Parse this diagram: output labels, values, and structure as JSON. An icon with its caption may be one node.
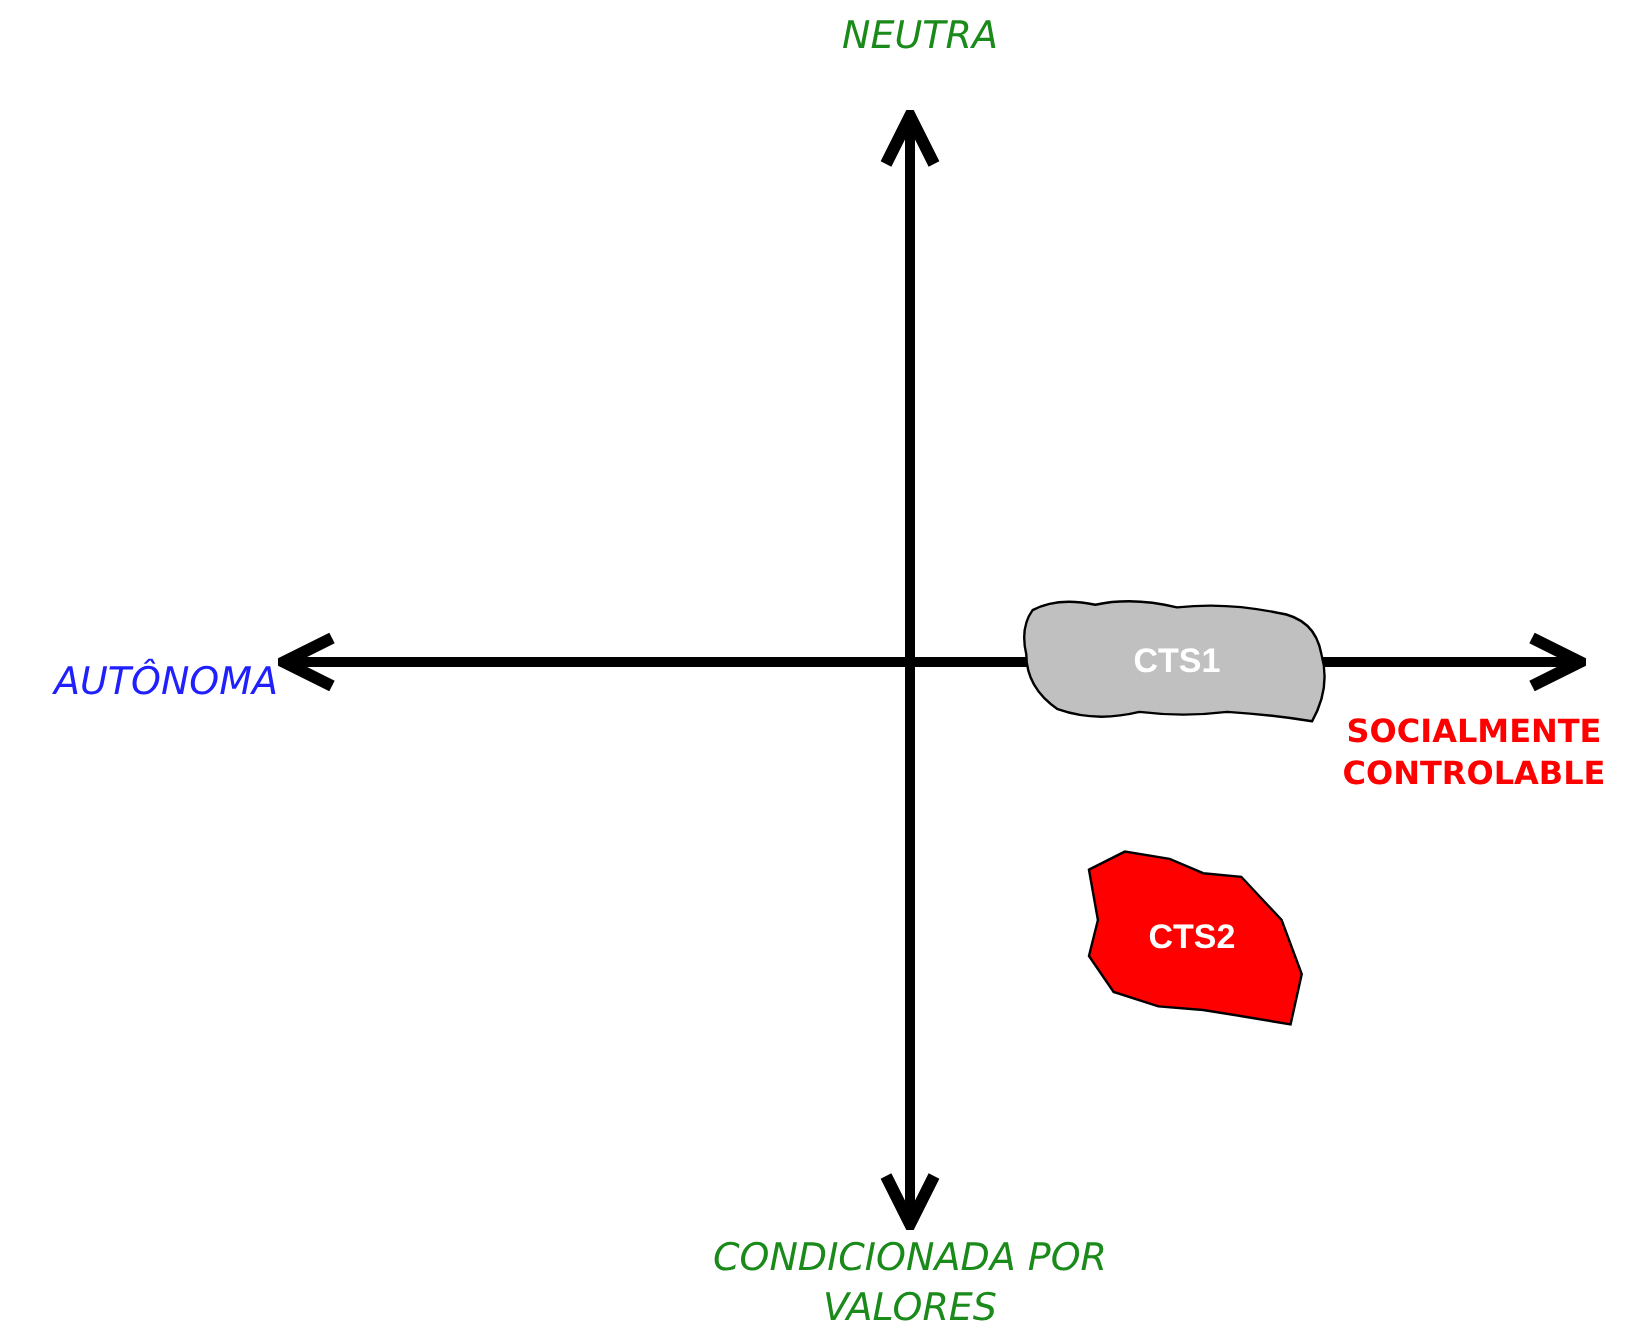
{
  "diagram": {
    "nodes": [
      {
        "text": [
          "CTS1"
        ]
      },
      {
        "text": [
          "CTS2"
        ]
      }
    ],
    "labels": [
      "NEUTRA",
      "AUTÔNOMA",
      "SOCIALMENTE CONTROLABLE",
      "CONDICIONADA POR VALORES"
    ]
  }
}
